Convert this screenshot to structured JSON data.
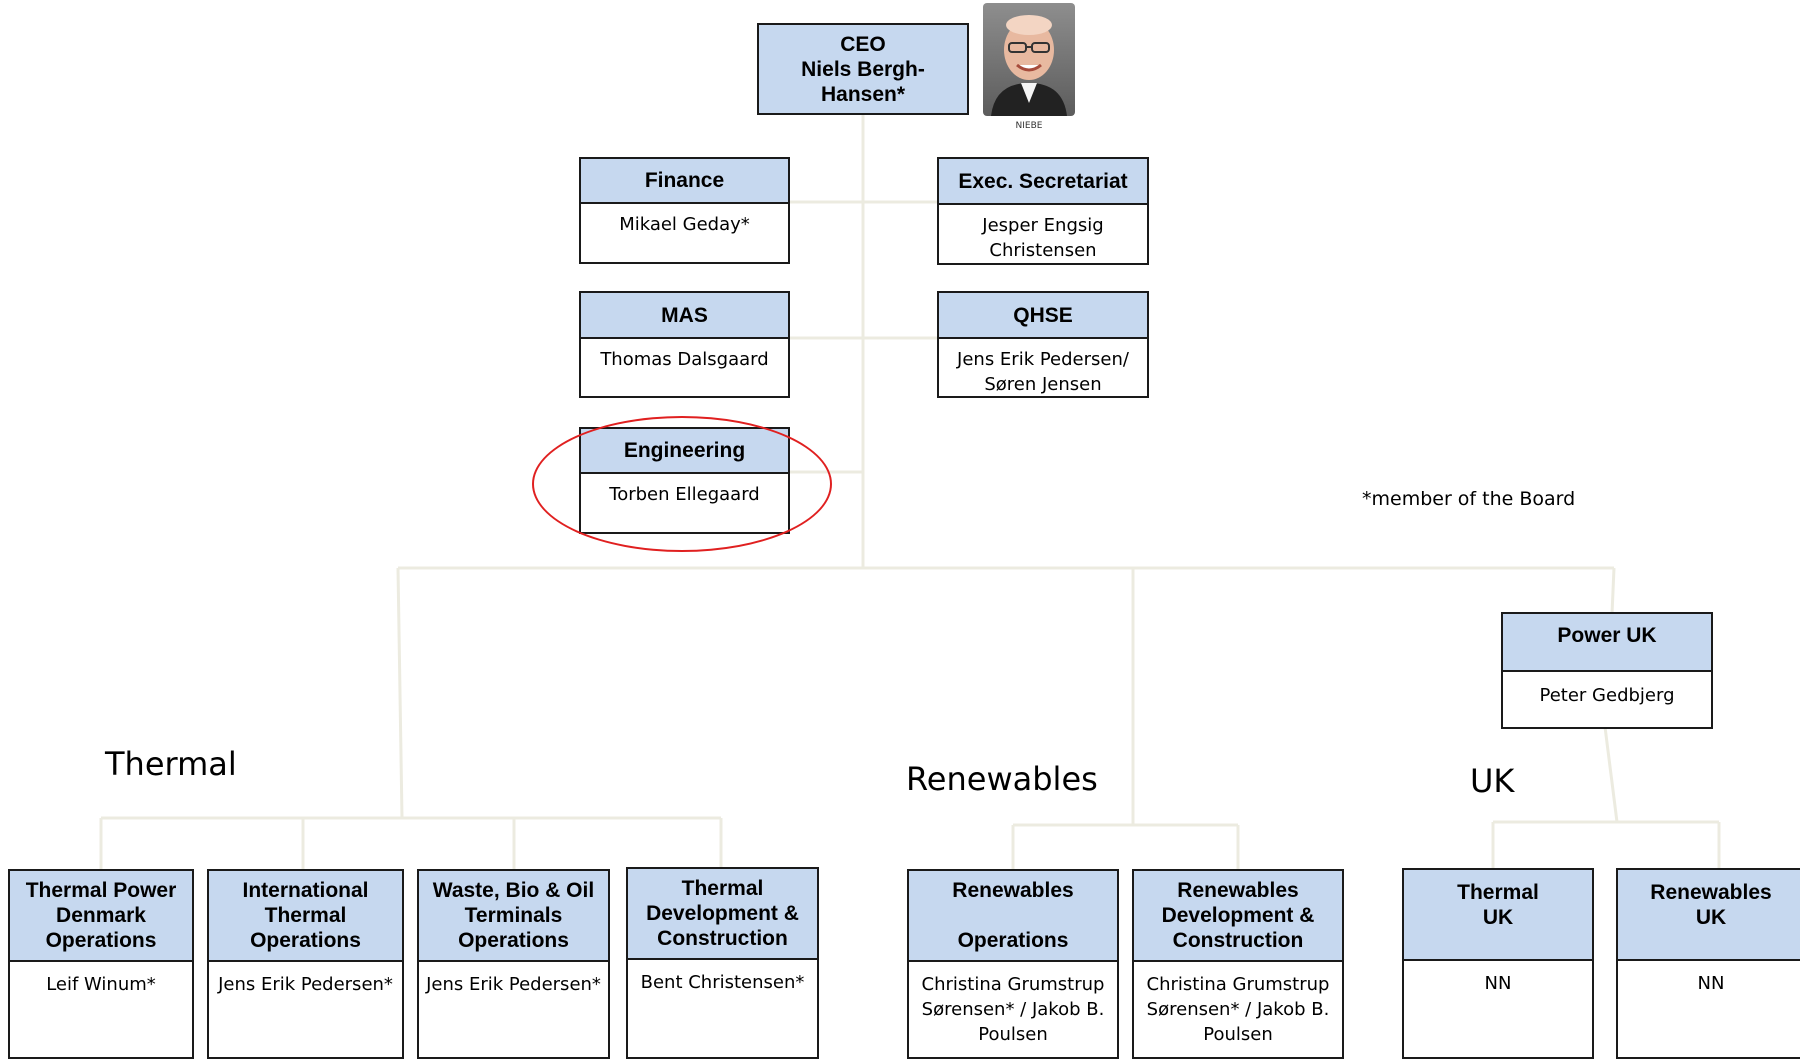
{
  "ceo": {
    "title": "CEO",
    "name": "Niels Bergh-\nHansen*"
  },
  "photo": {
    "caption": "NIEBE"
  },
  "staff": {
    "finance": {
      "title": "Finance",
      "person": "Mikael Geday*"
    },
    "exec": {
      "title": "Exec. Secretariat",
      "person": "Jesper Engsig\nChristensen"
    },
    "mas": {
      "title": "MAS",
      "person": "Thomas Dalsgaard"
    },
    "qhse": {
      "title": "QHSE",
      "person": "Jens Erik Pedersen/\nSøren Jensen"
    },
    "engineering": {
      "title": "Engineering",
      "person": "Torben Ellegaard"
    }
  },
  "note": "*member of the Board",
  "sections": {
    "thermal": "Thermal",
    "renewables": "Renewables",
    "uk": "UK"
  },
  "power_uk": {
    "title": "Power UK",
    "person": "Peter Gedbjerg"
  },
  "units": {
    "tpdo": {
      "title": "Thermal Power\nDenmark\nOperations",
      "person": "Leif Winum*"
    },
    "ito": {
      "title": "International\nThermal\nOperations",
      "person": "Jens Erik Pedersen*"
    },
    "wbo": {
      "title": "Waste, Bio & Oil\nTerminals\nOperations",
      "person": "Jens Erik Pedersen*"
    },
    "tdc": {
      "title": "Thermal\nDevelopment &\nConstruction",
      "person": "Bent Christensen*"
    },
    "ro": {
      "title": "Renewables\n\nOperations",
      "person": "Christina Grumstrup\nSørensen* / Jakob B.\nPoulsen"
    },
    "rdc": {
      "title": "Renewables\nDevelopment &\nConstruction",
      "person": "Christina Grumstrup\nSørensen* / Jakob B.\nPoulsen"
    },
    "tuk": {
      "title": "Thermal\nUK",
      "person": "NN"
    },
    "ruk": {
      "title": "Renewables\nUK",
      "person": "NN"
    }
  },
  "colors": {
    "header_fill": "#c6d8ef",
    "connector": "#ecebe0",
    "highlight": "#e02020"
  }
}
